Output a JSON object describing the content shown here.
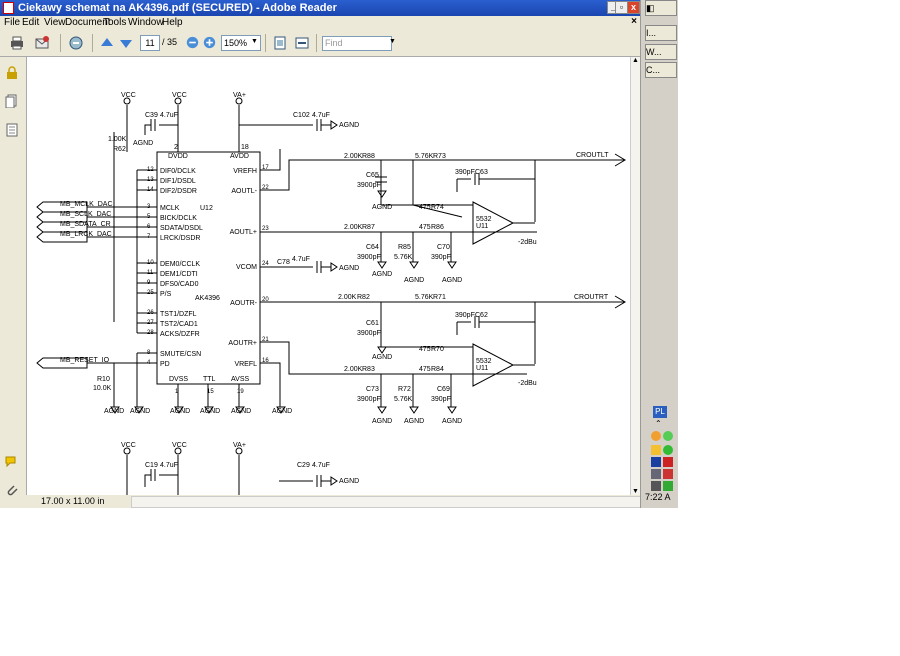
{
  "window": {
    "title": "Ciekawy schemat na AK4396.pdf (SECURED) - Adobe Reader"
  },
  "menus": [
    "File",
    "Edit",
    "View",
    "Document",
    "Tools",
    "Window",
    "Help"
  ],
  "toolbar": {
    "page_current": "11",
    "page_total": "/ 35",
    "zoom": "150%",
    "find_placeholder": "Find"
  },
  "status": {
    "page_size": "17.00 x 11.00 in"
  },
  "taskbar": {
    "items": [
      "I...",
      "W...",
      "C..."
    ],
    "lang": "PL",
    "clock": "7:22 A"
  },
  "schematic": {
    "chip": {
      "ref": "U12",
      "part": "AK4396",
      "left_pins": [
        {
          "num": "12",
          "name": "DIF0/DCLK"
        },
        {
          "num": "13",
          "name": "DIF1/DSDL"
        },
        {
          "num": "14",
          "name": "DIF2/DSDR"
        },
        {
          "num": "3",
          "name": "MCLK"
        },
        {
          "num": "5",
          "name": "BICK/DCLK"
        },
        {
          "num": "6",
          "name": "SDATA/DSDL"
        },
        {
          "num": "7",
          "name": "LRCK/DSDR"
        },
        {
          "num": "10",
          "name": "DEM0/CCLK"
        },
        {
          "num": "11",
          "name": "DEM1/CDTI"
        },
        {
          "num": "9",
          "name": "DFS0/CAD0"
        },
        {
          "num": "25",
          "name": "P/S"
        },
        {
          "num": "26",
          "name": "TST1/DZFL"
        },
        {
          "num": "27",
          "name": "TST2/CAD1"
        },
        {
          "num": "28",
          "name": "ACKS/DZFR"
        },
        {
          "num": "8",
          "name": "SMUTE/CSN"
        },
        {
          "num": "4",
          "name": "PD"
        }
      ],
      "right_pins": [
        {
          "num": "17",
          "name": "VREFH"
        },
        {
          "num": "22",
          "name": "AOUTL-"
        },
        {
          "num": "23",
          "name": "AOUTL+"
        },
        {
          "num": "24",
          "name": "VCOM"
        },
        {
          "num": "20",
          "name": "AOUTR-"
        },
        {
          "num": "21",
          "name": "AOUTR+"
        },
        {
          "num": "16",
          "name": "VREFL"
        }
      ],
      "top_pins": [
        {
          "num": "2",
          "name": "DVDD"
        },
        {
          "num": "18",
          "name": "AVDD"
        }
      ],
      "bottom_pins": [
        {
          "num": "1",
          "name": "DVSS"
        },
        {
          "num": "15",
          "name": "TTL"
        },
        {
          "num": "19",
          "name": "AVSS"
        }
      ]
    },
    "nets": [
      "MB_MCLK_DAC",
      "MB_SCLK_DAC",
      "MB_SDATA_CR",
      "MB_LRCK_DAC",
      "MB_RESET_IO"
    ],
    "outputs": [
      "CROUTLT",
      "CROUTRT"
    ],
    "power": {
      "vcc": "VCC",
      "va": "VA+",
      "agnd": "AGND"
    },
    "parts": {
      "c39": "C39",
      "c39v": "4.7uF",
      "c102": "C102",
      "c102v": "4.7uF",
      "r62": "R62",
      "r62v": "1.00K",
      "r88": "R88",
      "r88v": "2.00K",
      "r73": "R73",
      "r73v": "5.76K",
      "c65": "C65",
      "c65v": "3900pF",
      "c63": "C63",
      "c63v": "390pF",
      "r87": "R87",
      "r87v": "2.00K",
      "r74": "R74",
      "r74v": "475",
      "r86": "R86",
      "r86v": "475",
      "c64": "C64",
      "c64v": "3900pF",
      "r85": "R85",
      "r85v": "5.76K",
      "c70": "C70",
      "c70v": "390pF",
      "c78": "C78",
      "c78v": "4.7uF",
      "r82": "R82",
      "r82v": "2.00K",
      "r71": "R71",
      "r71v": "5.76K",
      "c61": "C61",
      "c61v": "3900pF",
      "c62": "C62",
      "c62v": "390pF",
      "r70": "R70",
      "r70v": "475",
      "r83": "R83",
      "r83v": "2.00K",
      "r84": "R84",
      "r84v": "475",
      "c73": "C73",
      "c73v": "3900pF",
      "r72": "R72",
      "r72v": "5.76K",
      "c69": "C69",
      "c69v": "390pF",
      "r10": "R10",
      "r10v": "10.0K",
      "opamp_a": "5532",
      "opamp_ref": "U11",
      "c19": "C19",
      "c19v": "4.7uF",
      "c29": "C29",
      "c29v": "4.7uF",
      "gain": "-2dBu"
    }
  }
}
